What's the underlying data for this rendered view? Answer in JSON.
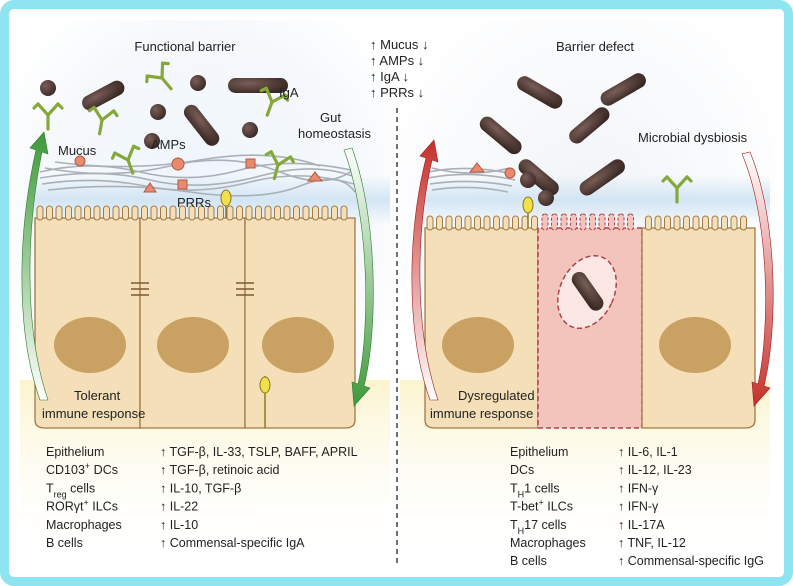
{
  "left_panel": {
    "title": "Functional barrier",
    "labels": {
      "iga": "IgA",
      "mucus": "Mucus",
      "amps": "AMPs",
      "prrs": "PRRs",
      "gut_homeostasis_1": "Gut",
      "gut_homeostasis_2": "homeostasis",
      "tolerant_1": "Tolerant",
      "tolerant_2": "immune response"
    },
    "table": [
      {
        "cell": "Epithelium",
        "sub": "",
        "sup": "",
        "rest": "",
        "effect": "↑ TGF-β, IL-33, TSLP, BAFF, APRIL"
      },
      {
        "cell": "CD103",
        "sub": "",
        "sup": "+",
        "rest": " DCs",
        "effect": "↑ TGF-β, retinoic acid"
      },
      {
        "cell": "T",
        "sub": "reg",
        "sup": "",
        "rest": " cells",
        "effect": "↑ IL-10, TGF-β"
      },
      {
        "cell": "RORγt",
        "sub": "",
        "sup": "+",
        "rest": " ILCs",
        "effect": "↑ IL-22"
      },
      {
        "cell": "Macrophages",
        "sub": "",
        "sup": "",
        "rest": "",
        "effect": "↑ IL-10"
      },
      {
        "cell": "B cells",
        "sub": "",
        "sup": "",
        "rest": "",
        "effect": "↑ Commensal-specific IgA"
      }
    ]
  },
  "middle": {
    "changes": [
      "↑ Mucus ↓",
      "↑ AMPs ↓",
      "↑ IgA ↓",
      "↑ PRRs ↓"
    ]
  },
  "right_panel": {
    "title": "Barrier defect",
    "labels": {
      "dysbiosis": "Microbial dysbiosis",
      "dysregulated_1": "Dysregulated",
      "dysregulated_2": "immune response"
    },
    "table": [
      {
        "cell": "Epithelium",
        "sub": "",
        "sup": "",
        "rest": "",
        "effect": "↑ IL-6, IL-1"
      },
      {
        "cell": "DCs",
        "sub": "",
        "sup": "",
        "rest": "",
        "effect": "↑ IL-12, IL-23"
      },
      {
        "cell": "T",
        "sub": "H",
        "sup": "",
        "rest": "1 cells",
        "effect": "↑ IFN-γ"
      },
      {
        "cell": "T-bet",
        "sub": "",
        "sup": "+",
        "rest": " ILCs",
        "effect": "↑ IFN-γ"
      },
      {
        "cell": "T",
        "sub": "H",
        "sup": "",
        "rest": "17 cells",
        "effect": "↑ IL-17A"
      },
      {
        "cell": "Macrophages",
        "sub": "",
        "sup": "",
        "rest": "",
        "effect": "↑ TNF, IL-12"
      },
      {
        "cell": "B cells",
        "sub": "",
        "sup": "",
        "rest": "",
        "effect": "↑ Commensal-specific IgG"
      }
    ]
  },
  "colors": {
    "frame": "#8ee4f0",
    "cell_fill": "#f4dfb8",
    "cell_stroke": "#a07a45",
    "nucleus": "#c9a263",
    "bacteria": "#4a3530",
    "antibody": "#86a83a",
    "amp": "#e98a6e",
    "green_arrow": "#3e9a3a",
    "red_arrow": "#c7302b",
    "damaged_cell": "#f2c4bb"
  }
}
